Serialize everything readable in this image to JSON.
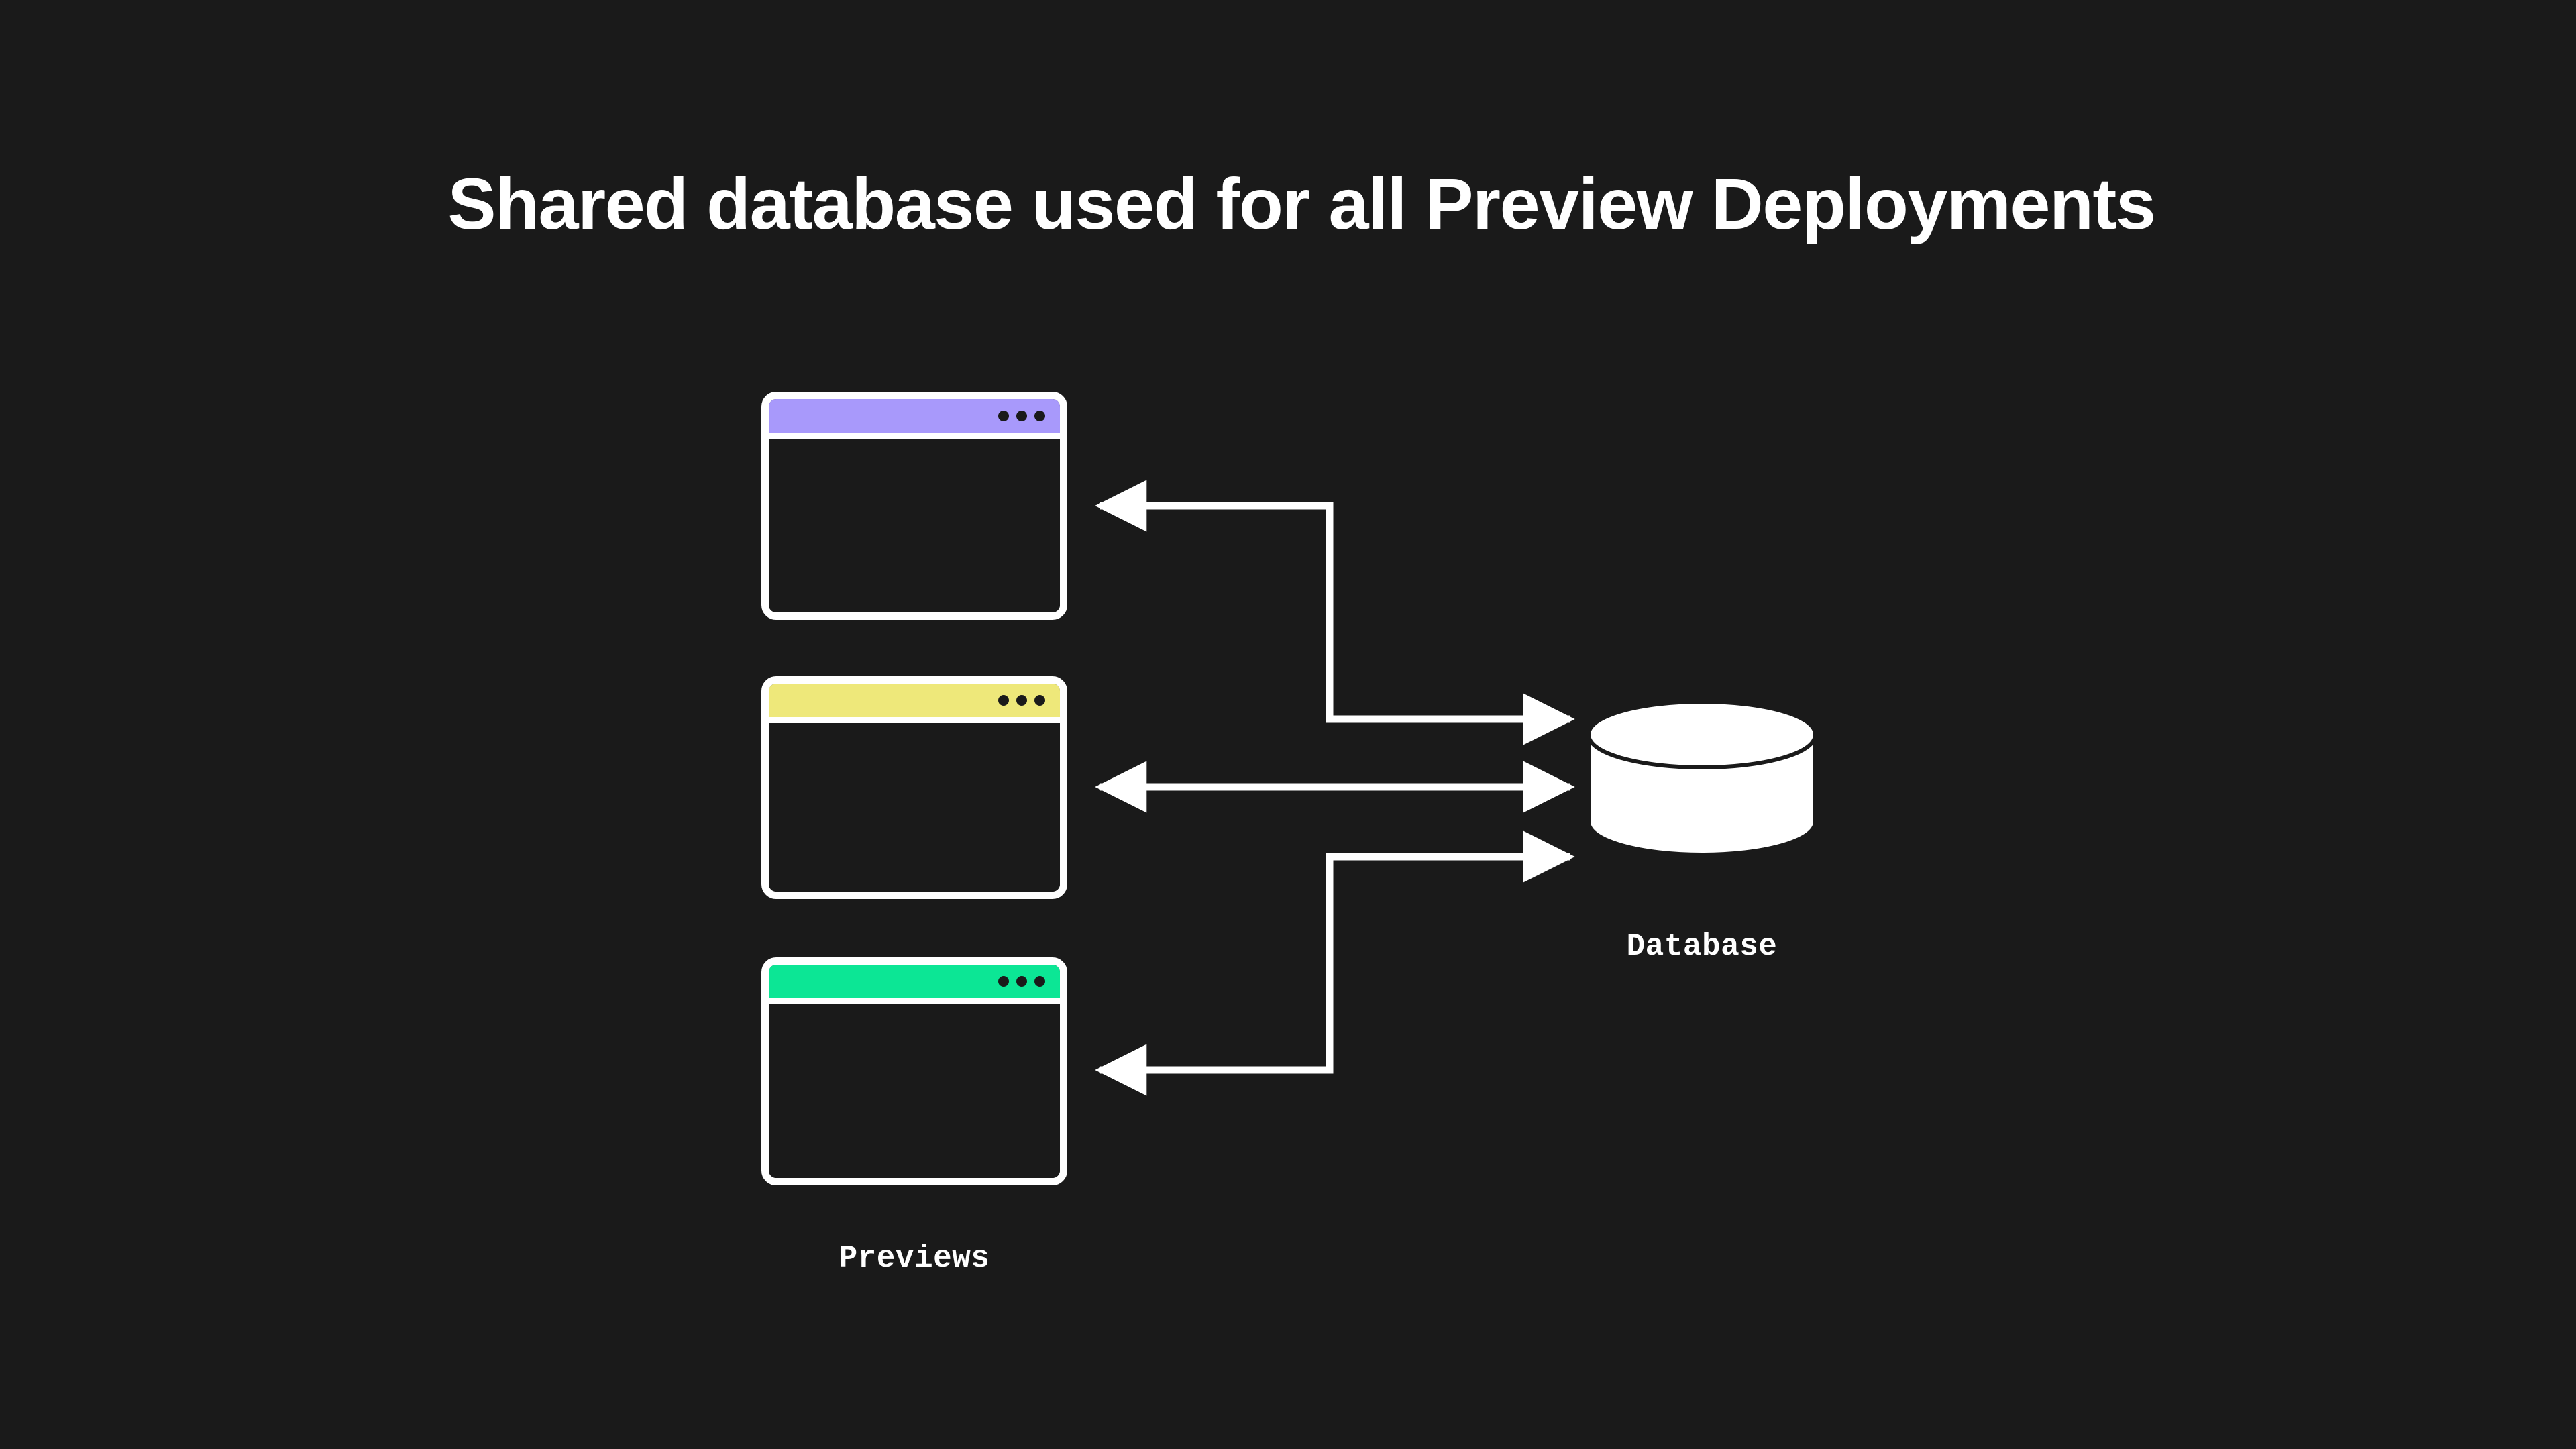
{
  "page": {
    "title": "Shared database used for all Preview Deployments",
    "background_color": "#1a1a1a",
    "foreground_color": "#ffffff"
  },
  "diagram": {
    "type": "architecture-diagram",
    "previews": {
      "caption": "Previews",
      "windows": [
        {
          "name": "preview-window-purple",
          "accent_color": "#a899fb",
          "dots": 3,
          "dot_color": "#1a1a1a"
        },
        {
          "name": "preview-window-yellow",
          "accent_color": "#eee87a",
          "dots": 3,
          "dot_color": "#1a1a1a"
        },
        {
          "name": "preview-window-green",
          "accent_color": "#0ce695",
          "dots": 3,
          "dot_color": "#1a1a1a"
        }
      ]
    },
    "database": {
      "caption": "Database",
      "shape": "cylinder",
      "fill_color": "#ffffff"
    },
    "connectors": [
      {
        "name": "connector-preview-1",
        "from": "preview-window-purple",
        "to": "database",
        "direction": "bidirectional-elbow",
        "style": "orthogonal"
      },
      {
        "name": "connector-preview-2",
        "from": "preview-window-yellow",
        "to": "database",
        "direction": "bidirectional",
        "style": "straight"
      },
      {
        "name": "connector-preview-3",
        "from": "preview-window-green",
        "to": "database",
        "direction": "bidirectional-elbow",
        "style": "orthogonal"
      }
    ]
  }
}
